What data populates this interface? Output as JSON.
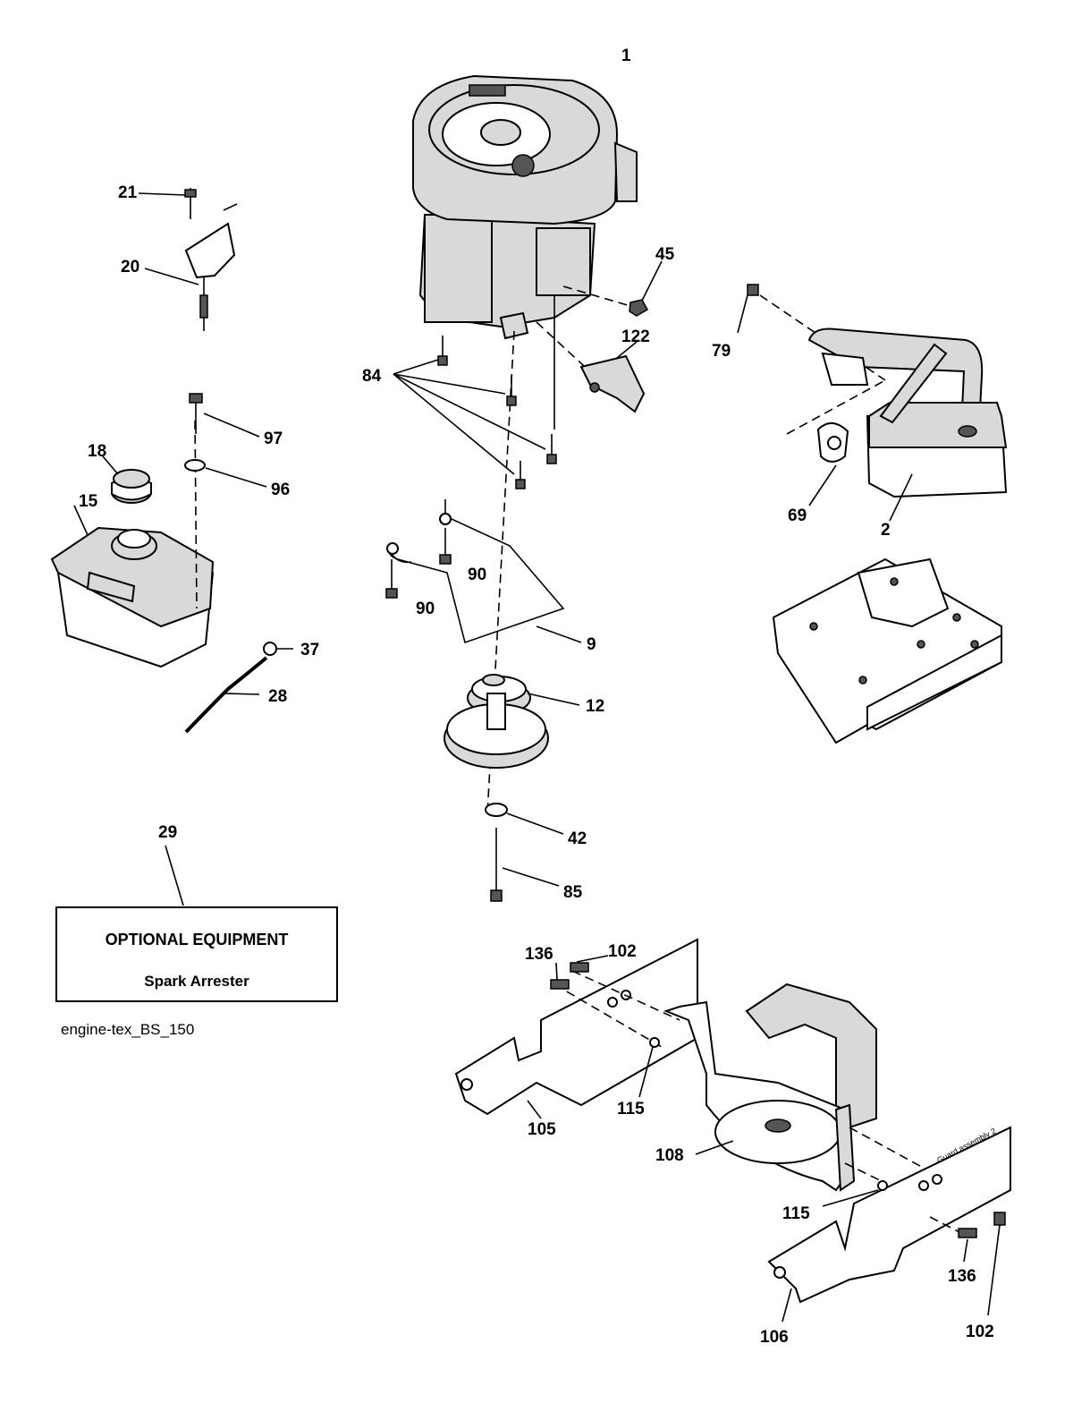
{
  "callouts": [
    {
      "id": "1",
      "text": "1"
    },
    {
      "id": "2",
      "text": "2"
    },
    {
      "id": "9",
      "text": "9"
    },
    {
      "id": "12",
      "text": "12"
    },
    {
      "id": "15",
      "text": "15"
    },
    {
      "id": "18",
      "text": "18"
    },
    {
      "id": "20",
      "text": "20"
    },
    {
      "id": "21",
      "text": "21"
    },
    {
      "id": "28",
      "text": "28"
    },
    {
      "id": "29",
      "text": "29"
    },
    {
      "id": "37",
      "text": "37"
    },
    {
      "id": "42",
      "text": "42"
    },
    {
      "id": "45",
      "text": "45"
    },
    {
      "id": "69",
      "text": "69"
    },
    {
      "id": "79",
      "text": "79"
    },
    {
      "id": "84",
      "text": "84"
    },
    {
      "id": "85",
      "text": "85"
    },
    {
      "id": "90a",
      "text": "90"
    },
    {
      "id": "90b",
      "text": "90"
    },
    {
      "id": "96",
      "text": "96"
    },
    {
      "id": "97",
      "text": "97"
    },
    {
      "id": "102a",
      "text": "102"
    },
    {
      "id": "102b",
      "text": "102"
    },
    {
      "id": "105",
      "text": "105"
    },
    {
      "id": "106",
      "text": "106"
    },
    {
      "id": "108",
      "text": "108"
    },
    {
      "id": "115a",
      "text": "115"
    },
    {
      "id": "115b",
      "text": "115"
    },
    {
      "id": "122",
      "text": "122"
    },
    {
      "id": "136a",
      "text": "136"
    },
    {
      "id": "136b",
      "text": "136"
    }
  ],
  "optional_box": {
    "title": "OPTIONAL EQUIPMENT",
    "subtitle": "Spark Arrester"
  },
  "diagram_code": "engine-tex_BS_150",
  "guard_stamp": "Guard assembly 2"
}
